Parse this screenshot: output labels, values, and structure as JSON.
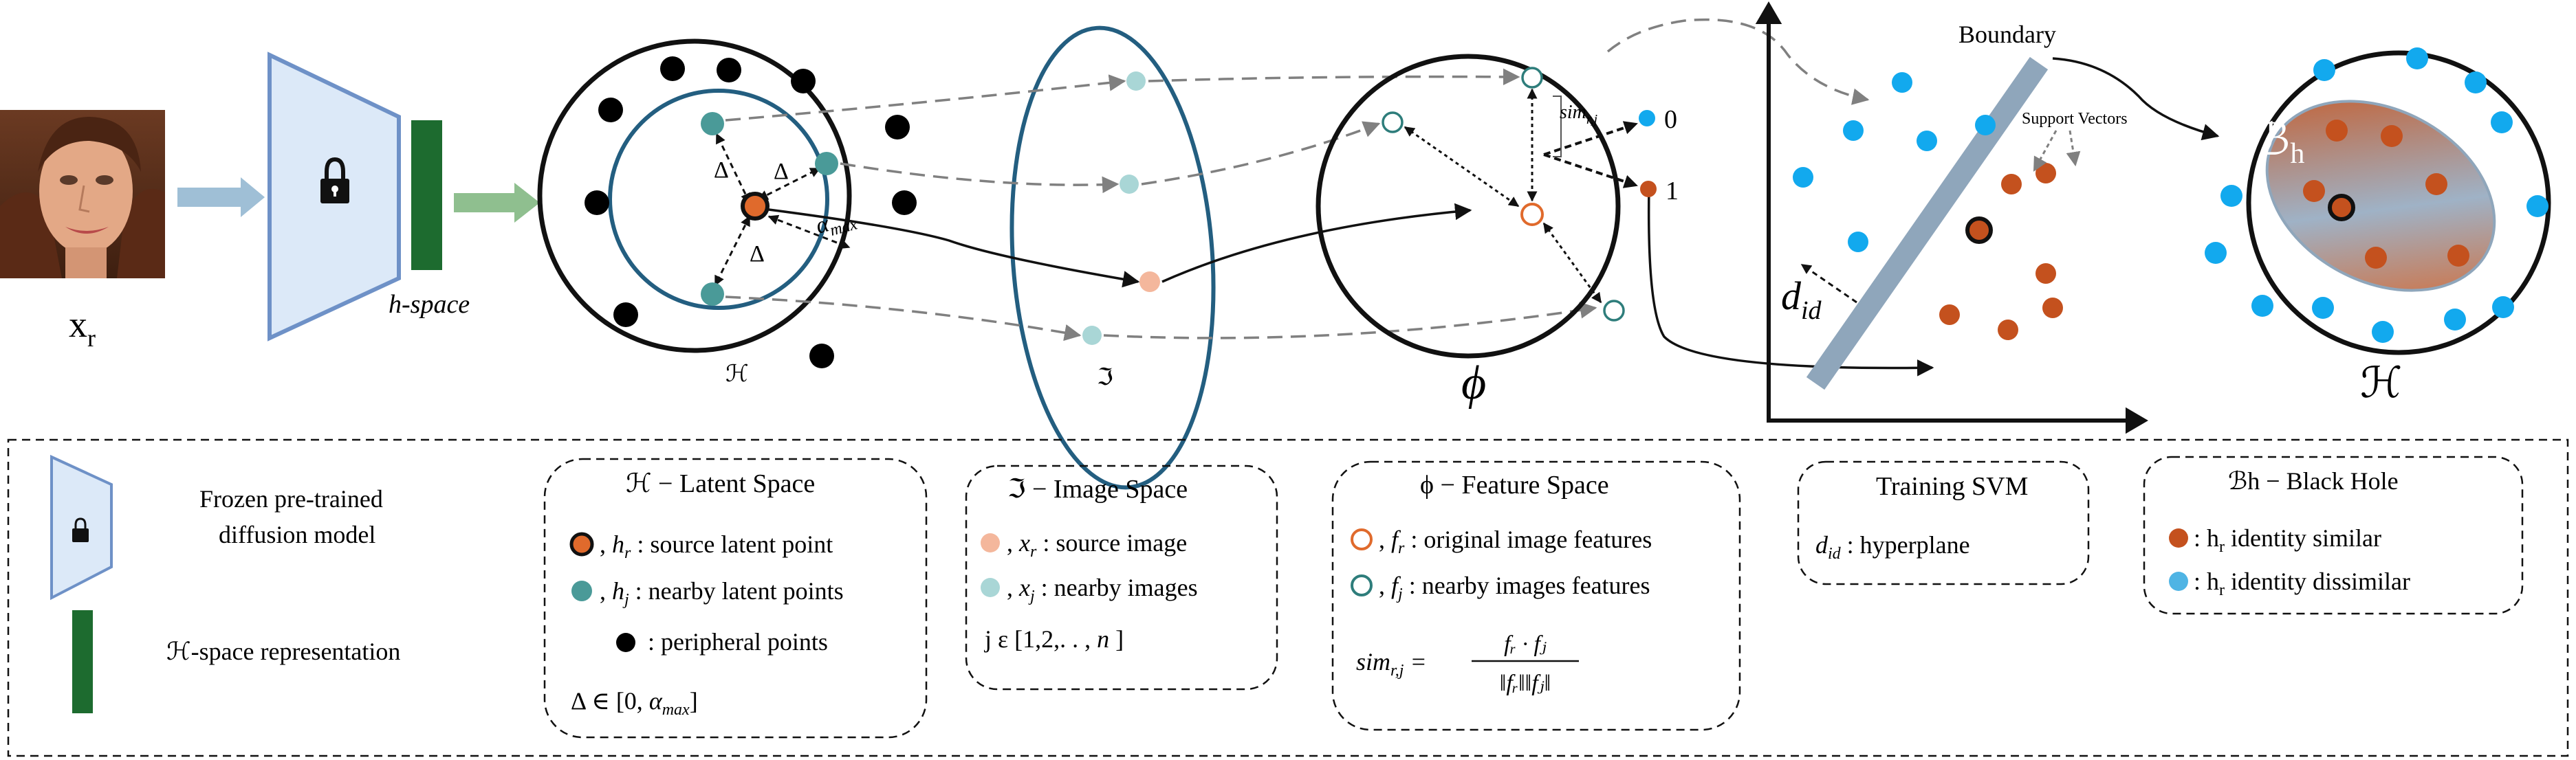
{
  "input": {
    "label": "x",
    "sub": "r"
  },
  "encoder": {
    "space_label": "h-space"
  },
  "latent_circle": {
    "label": "ℋ",
    "delta": "Δ",
    "alpha": "α",
    "alpha_sub": "max"
  },
  "image_ellipse": {
    "label": "ℑ"
  },
  "feature_circle": {
    "label": "ϕ",
    "sim": "sim",
    "sim_sub": "r,j",
    "out_zero": "0",
    "out_one": "1"
  },
  "svm_plot": {
    "boundary_label": "Boundary",
    "support_label": "Support Vectors",
    "d": "d",
    "d_sub": "id"
  },
  "black_hole": {
    "inner_label": "ℬ",
    "inner_sub": "h",
    "outer_label": "ℋ"
  },
  "legend": {
    "frozen_model": {
      "line1": "Frozen pre-trained",
      "line2": "diffusion model"
    },
    "hspace_rep": "ℋ-space representation",
    "latent": {
      "title": "ℋ − Latent Space",
      "items": [
        {
          "sym": "h",
          "sub": "r",
          "text": ": source latent point"
        },
        {
          "sym": "h",
          "sub": "j",
          "text": ": nearby latent points"
        },
        {
          "sym": "",
          "sub": "",
          "text": ": peripheral points"
        }
      ],
      "range": {
        "pre": "Δ ∈ [0, ",
        "sym": "α",
        "sub": "max",
        "post": "]"
      }
    },
    "image": {
      "title": "ℑ − Image Space",
      "items": [
        {
          "sym": "x",
          "sub": "r",
          "text": ": source image"
        },
        {
          "sym": "x",
          "sub": "j",
          "text": ": nearby images"
        }
      ],
      "range": {
        "pre": "j ε [1,2,. . , ",
        "sym": "n",
        "post": " ]"
      }
    },
    "feature": {
      "title": "ϕ − Feature Space",
      "items": [
        {
          "sym": "f",
          "sub": "r",
          "text": ": original image features"
        },
        {
          "sym": "f",
          "sub": "j",
          "text": ": nearby images features"
        }
      ],
      "formula": {
        "lhs": "sim",
        "lhs_sub": "r,j",
        "num": "fᵣ · fⱼ",
        "den": "‖fᵣ‖‖fⱼ‖"
      }
    },
    "svm": {
      "title": "Training SVM",
      "sym": "d",
      "sub": "id",
      "text": ": hyperplane"
    },
    "black_hole": {
      "title": "ℬh  − Black Hole",
      "items": [
        {
          "text": ": h",
          "sub": "r",
          "rest": " identity similar"
        },
        {
          "text": ": h",
          "sub": "r",
          "rest": " identity dissimilar"
        }
      ]
    }
  },
  "colors": {
    "teal": "#4a9a98",
    "light_teal": "#a9d6d6",
    "orange": "#e06a2c",
    "peach": "#f4b79c",
    "blue_dot": "#12a9ee",
    "rust": "#c4511e",
    "trapezoid_fill": "#dce9f8",
    "trapezoid_stroke": "#6e91c7",
    "green_bar": "#1d6b2f",
    "ellipse_blue": "#235e80"
  }
}
